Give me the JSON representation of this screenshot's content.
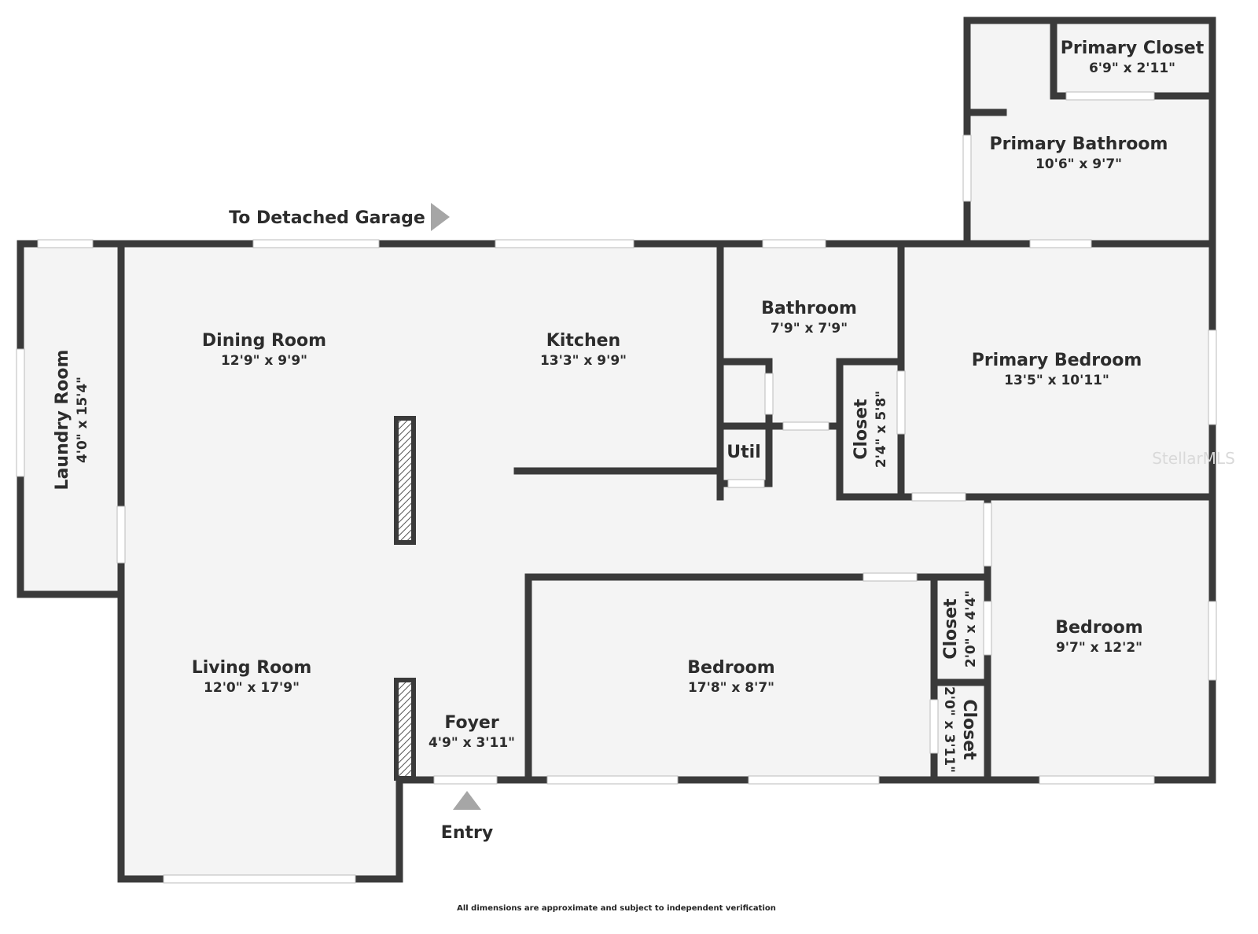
{
  "rooms": {
    "primary_closet": {
      "name": "Primary Closet",
      "dims": "6'9\" x 2'11\""
    },
    "primary_bathroom": {
      "name": "Primary Bathroom",
      "dims": "10'6\" x 9'7\""
    },
    "dining_room": {
      "name": "Dining Room",
      "dims": "12'9\" x 9'9\""
    },
    "kitchen": {
      "name": "Kitchen",
      "dims": "13'3\" x 9'9\""
    },
    "bathroom": {
      "name": "Bathroom",
      "dims": "7'9\" x 7'9\""
    },
    "primary_bedroom": {
      "name": "Primary Bedroom",
      "dims": "13'5\" x 10'11\""
    },
    "laundry_room": {
      "name": "Laundry Room",
      "dims": "4'0\" x 15'4\""
    },
    "hall_closet": {
      "name": "Closet",
      "dims": "2'4\" x 5'8\""
    },
    "util": {
      "name": "Util"
    },
    "living_room": {
      "name": "Living Room",
      "dims": "12'0\" x 17'9\""
    },
    "foyer": {
      "name": "Foyer",
      "dims": "4'9\" x 3'11\""
    },
    "bedroom_2": {
      "name": "Bedroom",
      "dims": "17'8\" x 8'7\""
    },
    "closet_2": {
      "name": "Closet",
      "dims": "2'0\" x 4'4\""
    },
    "closet_3": {
      "name": "Closet",
      "dims": "2'0\" x 3'11\""
    },
    "bedroom_3": {
      "name": "Bedroom",
      "dims": "9'7\" x 12'2\""
    }
  },
  "labels": {
    "garage": "To Detached Garage",
    "entry": "Entry",
    "disclaimer": "All dimensions are approximate and subject to independent verification",
    "watermark": "StellarMLS"
  },
  "colors": {
    "wall": "#3a3a3a",
    "floor": "#f4f4f4",
    "arrow": "#a6a6a6"
  }
}
